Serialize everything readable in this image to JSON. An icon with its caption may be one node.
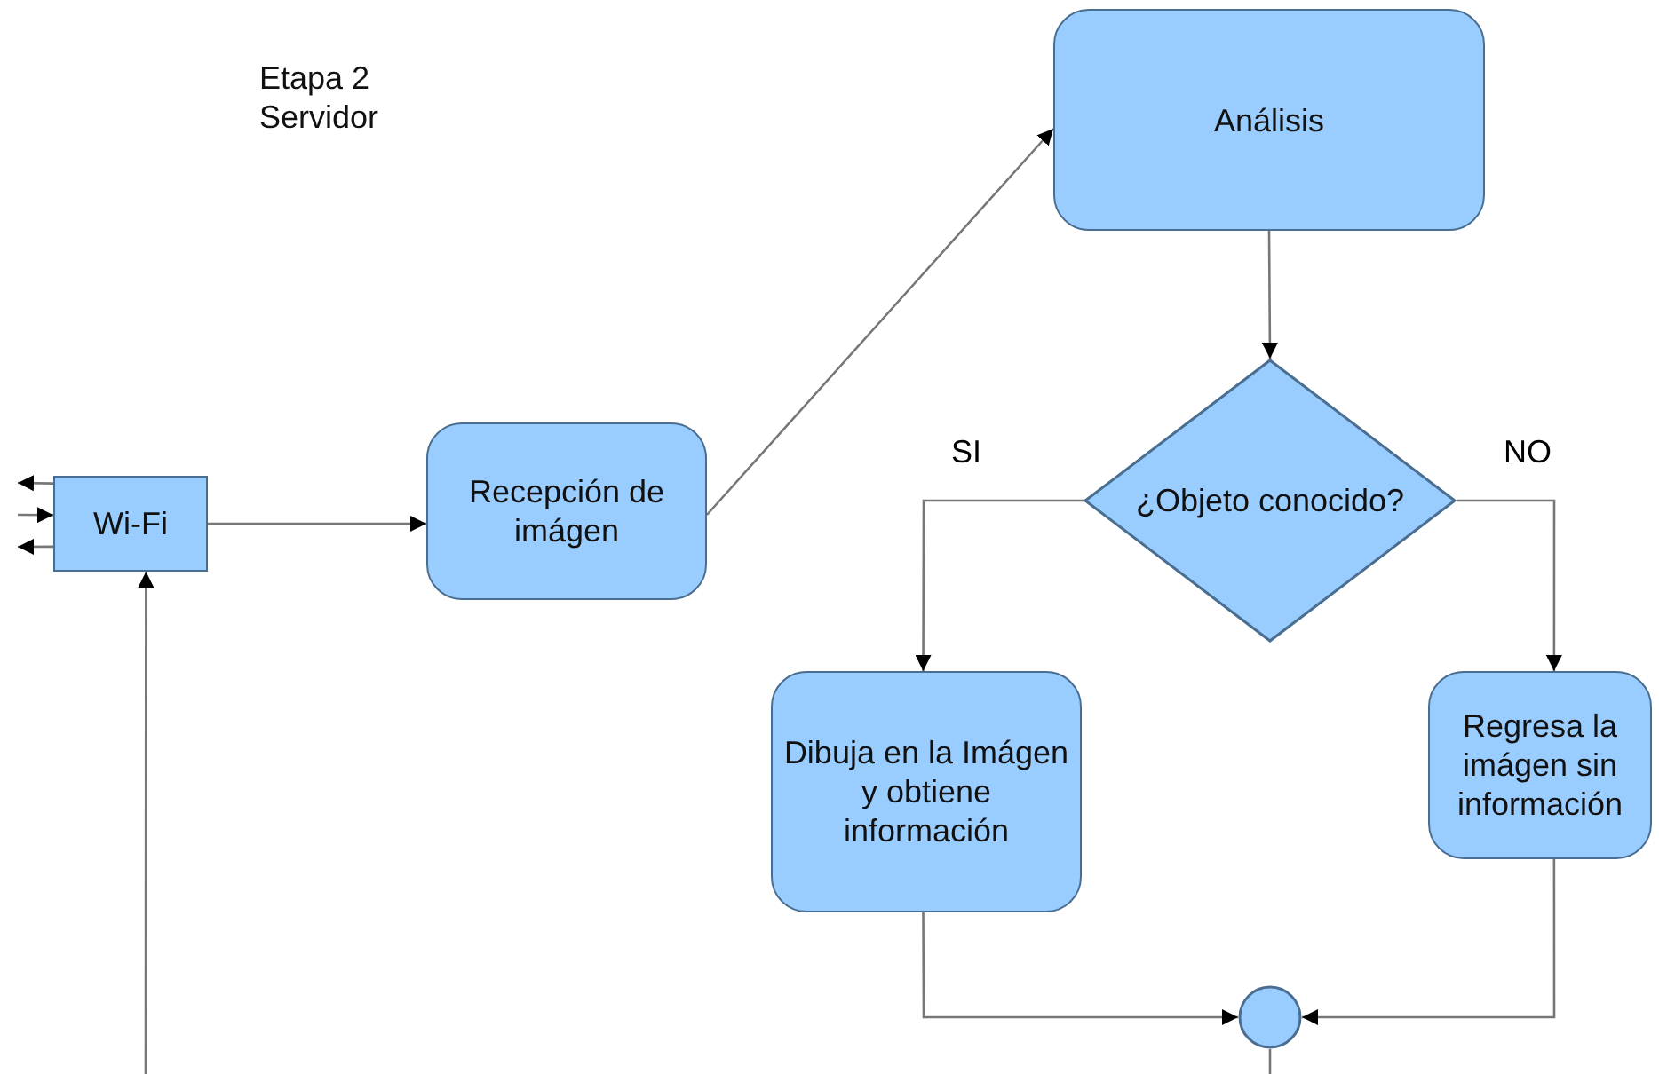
{
  "diagram": {
    "nodes": [
      {
        "text": [
          "Wi-Fi"
        ]
      },
      {
        "text": [
          "Recepción de imágen"
        ]
      },
      {
        "text": [
          "Análisis"
        ]
      },
      {
        "text": [
          "¿Objeto conocido?"
        ]
      },
      {
        "text": [
          "Dibuja en la Imágen y obtiene información"
        ]
      },
      {
        "text": [
          "Regresa la imágen sin información"
        ]
      },
      {
        "text": [],
        "shape": "circle"
      }
    ],
    "edges": [
      {
        "from": null,
        "to": 0,
        "arrow": "to"
      },
      {
        "from": 0,
        "to": 1,
        "arrow": "to"
      },
      {
        "from": 1,
        "to": 2,
        "arrow": "to"
      },
      {
        "from": 2,
        "to": 3,
        "arrow": "to"
      },
      {
        "from": 3,
        "to": 4,
        "arrow": "to",
        "label": "SI"
      },
      {
        "from": 3,
        "to": 5,
        "arrow": "to",
        "label": "NO"
      },
      {
        "from": 4,
        "to": 6,
        "arrow": "to"
      },
      {
        "from": 5,
        "to": 6,
        "arrow": "to"
      },
      {
        "from": 6,
        "to": null,
        "arrow": "none"
      },
      {
        "from": 0,
        "to": null,
        "arrow": "to"
      },
      {
        "from": null,
        "to": 0,
        "arrow": "to"
      },
      {
        "from": 0,
        "to": null,
        "arrow": "to"
      }
    ],
    "labels": [
      "Etapa 2 Servidor"
    ]
  }
}
